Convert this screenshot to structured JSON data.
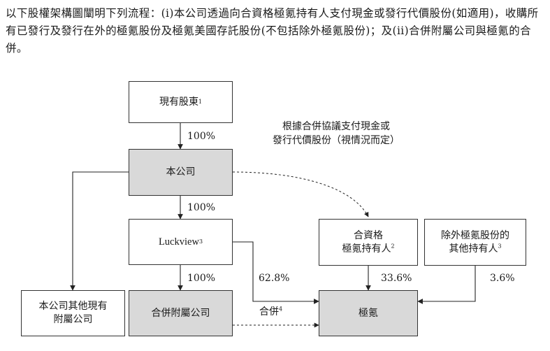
{
  "intro": "以下股權架構圖闡明下列流程：(i)本公司透過向合資格極氪持有人支付現金或發行代價股份(如適用)，收購所有已發行及發行在外的極氪股份及極氪美國存託股份(不包括除外極氪股份)；及(ii)合併附屬公司與極氪的合併。",
  "nodes": {
    "shareholders": {
      "label": "現有股東",
      "sup": "1"
    },
    "company": {
      "label": "本公司"
    },
    "luckview": {
      "label": "Luckview",
      "sup": "3"
    },
    "merger_sub": {
      "label": "合併附屬公司"
    },
    "other_subs": {
      "line1": "本公司其他現有",
      "line2": "附屬公司"
    },
    "qualified_holders": {
      "line1": "合資格",
      "line2": "極氪持有人",
      "sup": "2"
    },
    "other_holders": {
      "line1": "除外極氪股份的",
      "line2": "其他持有人",
      "sup": "3"
    },
    "zeekr": {
      "label": "極氪"
    }
  },
  "labels": {
    "pct_shareholders_company": "100%",
    "pct_company_luckview": "100%",
    "pct_luckview_merger": "100%",
    "pct_luckview_zeekr": "62.8%",
    "pct_qualified_zeekr": "33.6%",
    "pct_other_zeekr": "3.6%",
    "payment_note_line1": "根據合併協議支付現金或",
    "payment_note_line2": "發行代價股份（視情況而定）",
    "merger": "合併",
    "merger_sup": "4"
  }
}
